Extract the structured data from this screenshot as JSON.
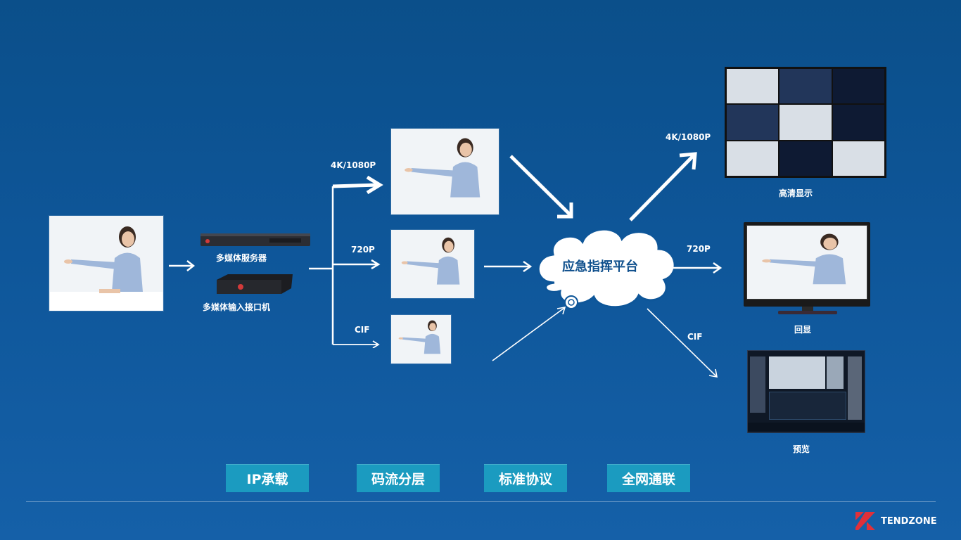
{
  "devices": {
    "server_label": "多媒体服务器",
    "interface_label": "多媒体输入接口机"
  },
  "streams": {
    "top_label": "4K/1080P",
    "mid_label": "720P",
    "bottom_label": "CIF"
  },
  "platform": {
    "label": "应急指挥平台"
  },
  "outputs": {
    "top": {
      "label": "4K/1080P",
      "caption": "高清显示"
    },
    "mid": {
      "label": "720P",
      "caption": "回显"
    },
    "bottom": {
      "label": "CIF",
      "caption": "预览"
    }
  },
  "features": [
    "IP承载",
    "码流分层",
    "标准协议",
    "全网通联"
  ],
  "brand": {
    "name": "TENDZONE",
    "accent": "#e0303a"
  },
  "colors": {
    "background": "#0e5699",
    "button": "#1b9bc0",
    "cloud_text": "#0e4f8c"
  }
}
